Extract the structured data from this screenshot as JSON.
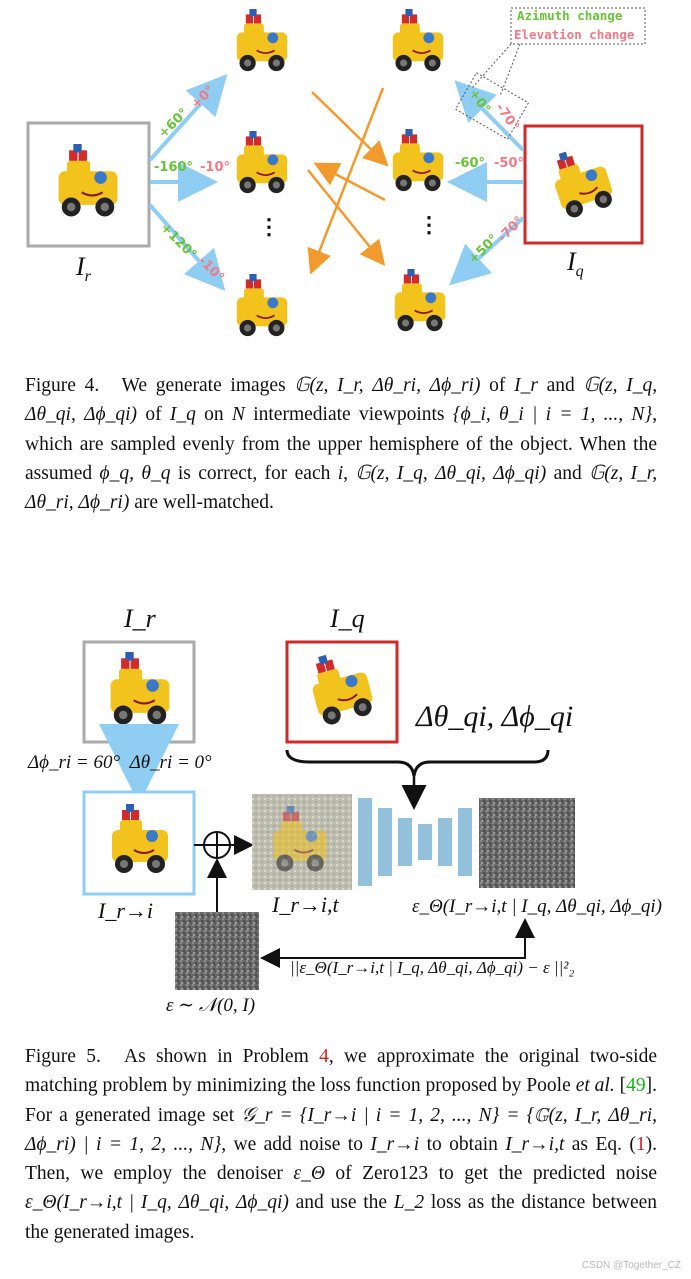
{
  "fig4": {
    "legend": {
      "azimuth": "Azimuth change",
      "elevation": "Elevation change"
    },
    "labels": {
      "ref_name": "I",
      "ref_sub": "r",
      "query_name": "I",
      "query_sub": "q",
      "ref_up_az": "+60°",
      "ref_up_el": "+0°",
      "ref_mid_az": "-160°",
      "ref_mid_el": "-10°",
      "ref_down_az": "+120°",
      "ref_down_el": "-10°",
      "q_up_az": "+0°",
      "q_up_el": "-70°",
      "q_mid_az": "-60°",
      "q_mid_el": "-50°",
      "q_down_az": "+50°",
      "q_down_el": "-70°",
      "dots": "⋮"
    },
    "caption": {
      "label": "Figure 4.",
      "p1": "We generate images",
      "m1": "𝔾(z, I_r, Δθ_ri, Δϕ_ri)",
      "p2": "of",
      "m2": "I_r",
      "p3": "and",
      "m3": "𝔾(z, I_q, Δθ_qi, Δϕ_qi)",
      "p4": "of",
      "m4": "I_q",
      "p5": "on",
      "m5": "N",
      "p6": "intermediate viewpoints",
      "m6": "{ϕ_i, θ_i | i = 1, ..., N}",
      "p7": ", which are sampled evenly from the upper hemisphere of the object. When the assumed",
      "m7": "ϕ_q, θ_q",
      "p8": "is correct, for each",
      "m8": "i",
      "p9": ",",
      "m9": "𝔾(z, I_q, Δθ_qi, Δϕ_qi)",
      "p10": "and",
      "m10": "𝔾(z, I_r, Δθ_ri, Δϕ_ri)",
      "p11": "are well-matched."
    }
  },
  "fig5": {
    "labels": {
      "ref_title": "I_r",
      "query_title": "I_q",
      "delta_q": "Δθ_qi, Δϕ_qi",
      "delta_r": "Δϕ_ri = 60°  Δθ_ri = 0°",
      "ri": "I_r→i",
      "rit": "I_r→i,t",
      "eps_out": "ε_Θ(I_r→i,t | I_q, Δθ_qi, Δϕ_qi)",
      "loss": "||ε_Θ(I_r→i,t | I_q, Δθ_qi, Δϕ_qi) − ε ||²₂",
      "noise": "ε ∼ 𝒩(0, I)"
    },
    "caption": {
      "label": "Figure 5.",
      "t1": "As shown in Problem",
      "ref_problem": "4",
      "t2": ", we approximate the original two-side matching problem by minimizing the loss function proposed by Poole",
      "etal": "et al.",
      "cite_open": "[",
      "cite": "49",
      "cite_close": "].",
      "t3": "For a generated image set",
      "m1": "𝒢_r = {I_r→i | i = 1, 2, ..., N} = {𝔾(z, I_r, Δθ_ri, Δϕ_ri) | i = 1, 2, ..., N}",
      "t4": ", we add noise to",
      "m2": "I_r→i",
      "t5": "to obtain",
      "m3": "I_r→i,t",
      "t6": "as Eq. (",
      "eq": "1",
      "t7": "). Then, we employ the denoiser",
      "m4": "ε_Θ",
      "t8": "of Zero123 to get the predicted noise",
      "m5": "ε_Θ(I_r→i,t | I_q, Δθ_qi, Δϕ_qi)",
      "t9": "and use the",
      "m6": "L_2",
      "t10": "loss as the distance between the generated images."
    }
  },
  "watermark": "CSDN @Together_CZ",
  "colors": {
    "azimuth": "#6ac23a",
    "elevation": "#f07a86",
    "blue_arrow": "#8fcdf2",
    "orange_arrow": "#f29a2e",
    "ref_border": "#aaaaaa",
    "query_border": "#cf2a2a",
    "unet": "#93c1dc",
    "link": "#d62020"
  }
}
